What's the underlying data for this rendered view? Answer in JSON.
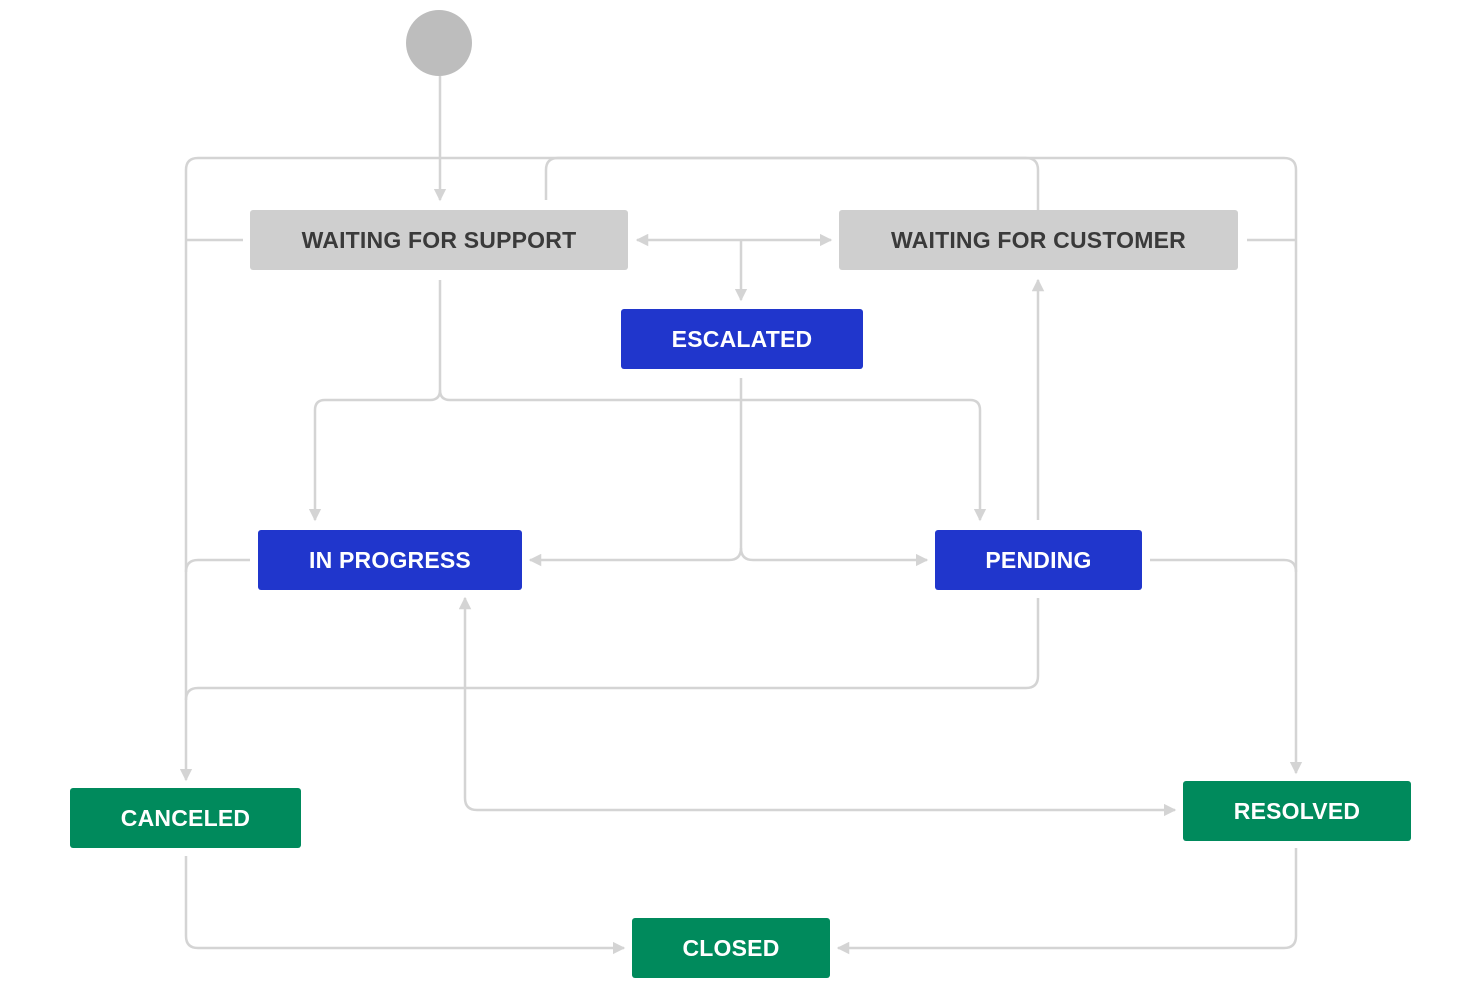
{
  "diagram": {
    "start": {
      "name": "start-node"
    },
    "statuses": {
      "waiting_support": {
        "label": "WAITING FOR SUPPORT",
        "category": "todo"
      },
      "waiting_customer": {
        "label": "WAITING FOR CUSTOMER",
        "category": "todo"
      },
      "escalated": {
        "label": "ESCALATED",
        "category": "in-progress"
      },
      "in_progress": {
        "label": "IN PROGRESS",
        "category": "in-progress"
      },
      "pending": {
        "label": "PENDING",
        "category": "in-progress"
      },
      "canceled": {
        "label": "CANCELED",
        "category": "done"
      },
      "resolved": {
        "label": "RESOLVED",
        "category": "done"
      },
      "closed": {
        "label": "CLOSED",
        "category": "done"
      }
    },
    "colors": {
      "todo_bg": "#cfcfcf",
      "todo_text": "#3a3a3a",
      "in_progress_bg": "#2036cc",
      "done_bg": "#008a5c",
      "connector": "#d4d4d4",
      "start": "#bdbdbd"
    }
  }
}
